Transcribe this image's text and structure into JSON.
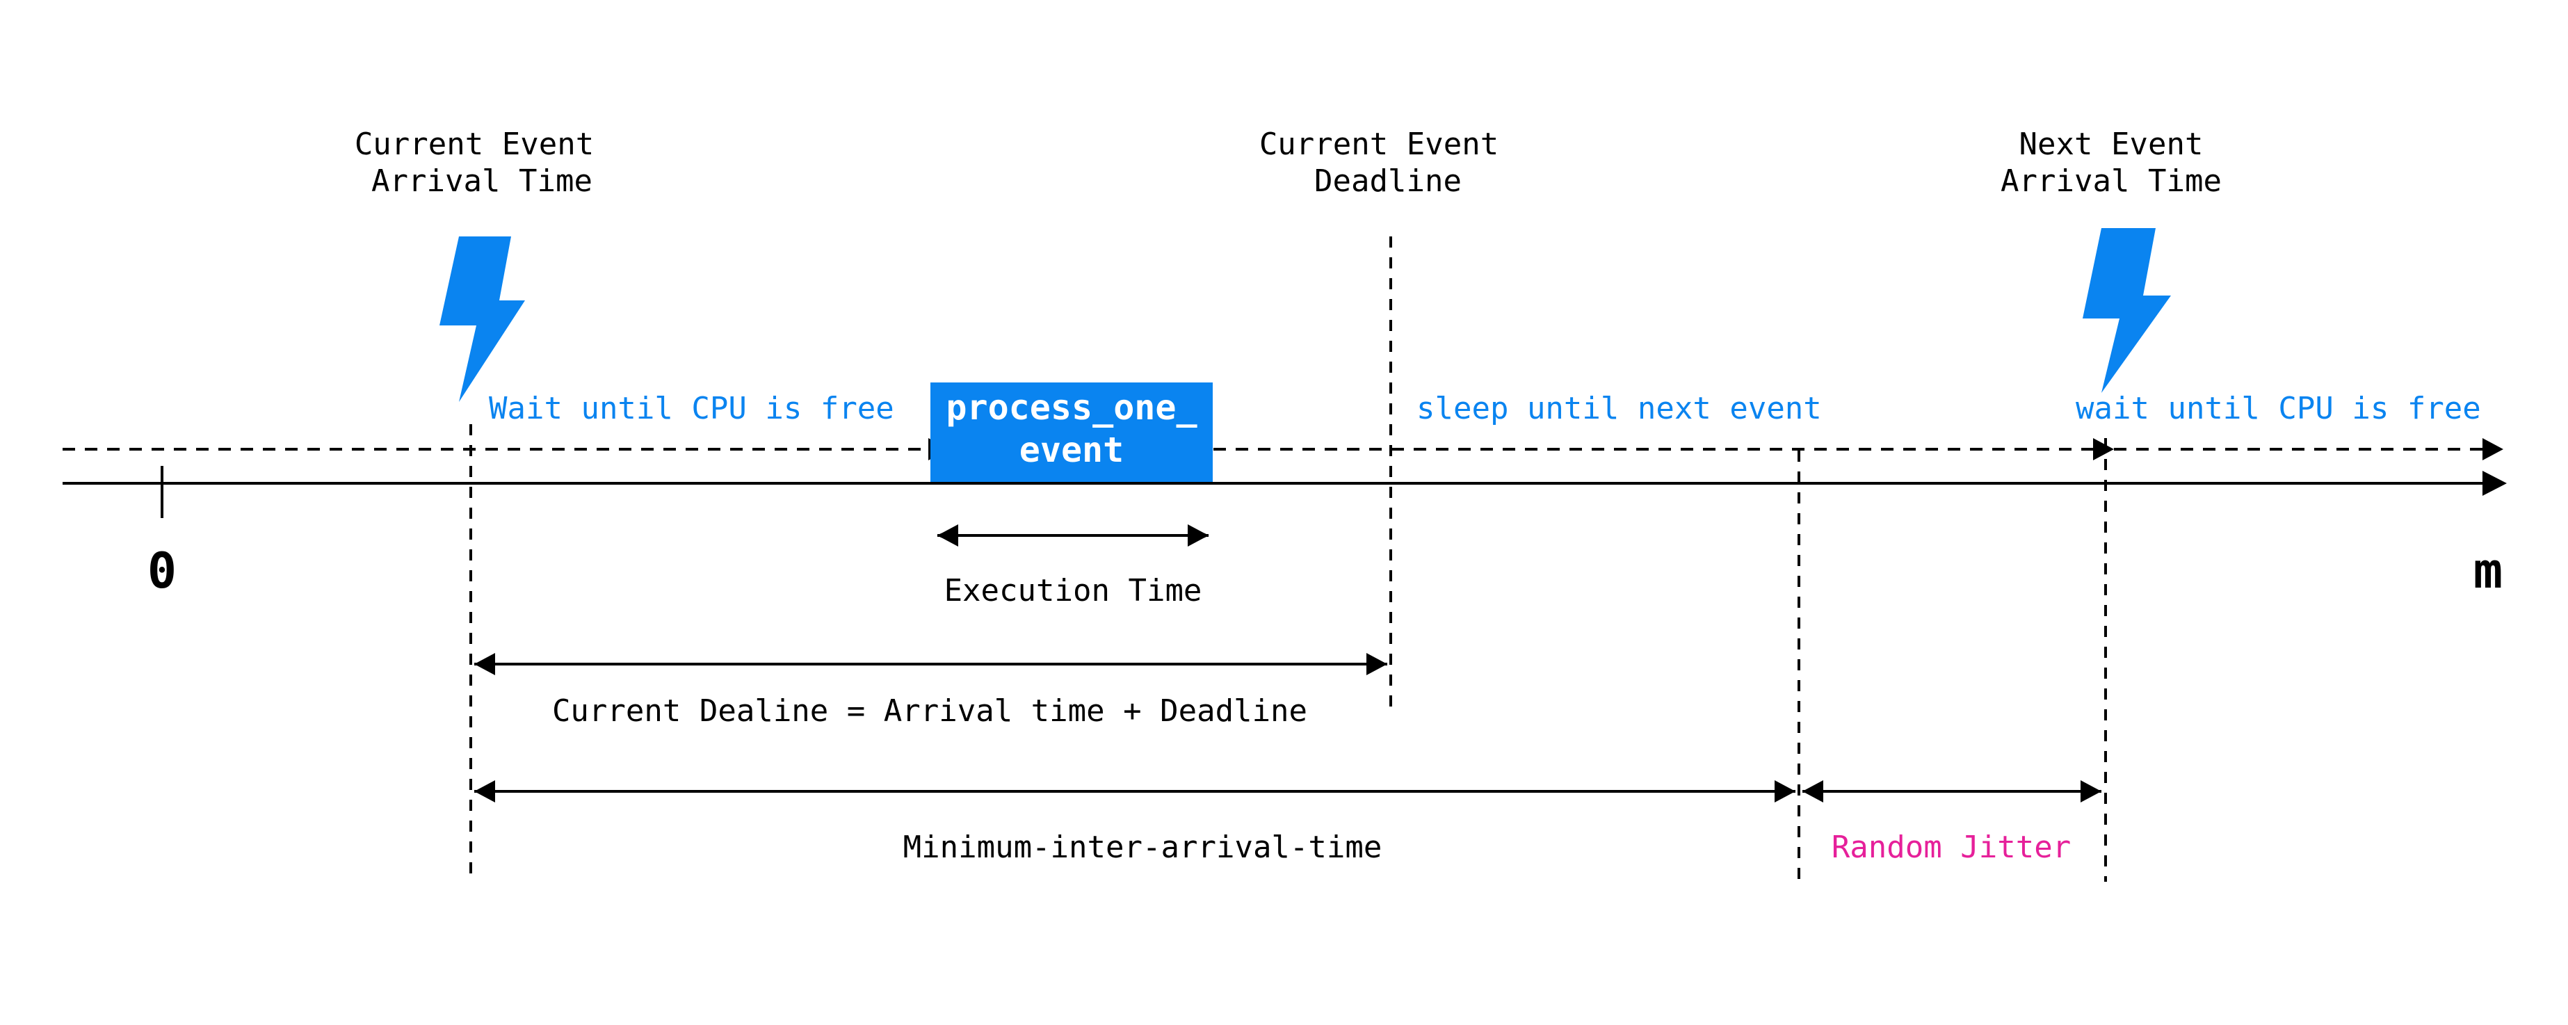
{
  "colors": {
    "accent": "#0a84f0",
    "jitter": "#e6209a",
    "ink": "#000000",
    "box_text": "#ffffff"
  },
  "icons": {
    "event": "lightning-bolt-icon"
  },
  "labels": {
    "current_arrival_line1": "Current Event",
    "current_arrival_line2": "Arrival Time",
    "current_deadline_line1": "Current Event",
    "current_deadline_line2": "Deadline",
    "next_arrival_line1": "Next Event",
    "next_arrival_line2": "Arrival Time",
    "wait_cpu_1": "Wait until CPU is free",
    "sleep_next": "sleep until next event",
    "wait_cpu_2": "wait until CPU is free",
    "process_line1": "process_one_",
    "process_line2": "event",
    "axis_start": "0",
    "axis_end": "m",
    "execution_time": "Execution Time",
    "current_deadline_formula": "Current Dealine = Arrival time + Deadline",
    "min_inter_arrival": "Minimum-inter-arrival-time",
    "random_jitter": "Random Jitter"
  }
}
